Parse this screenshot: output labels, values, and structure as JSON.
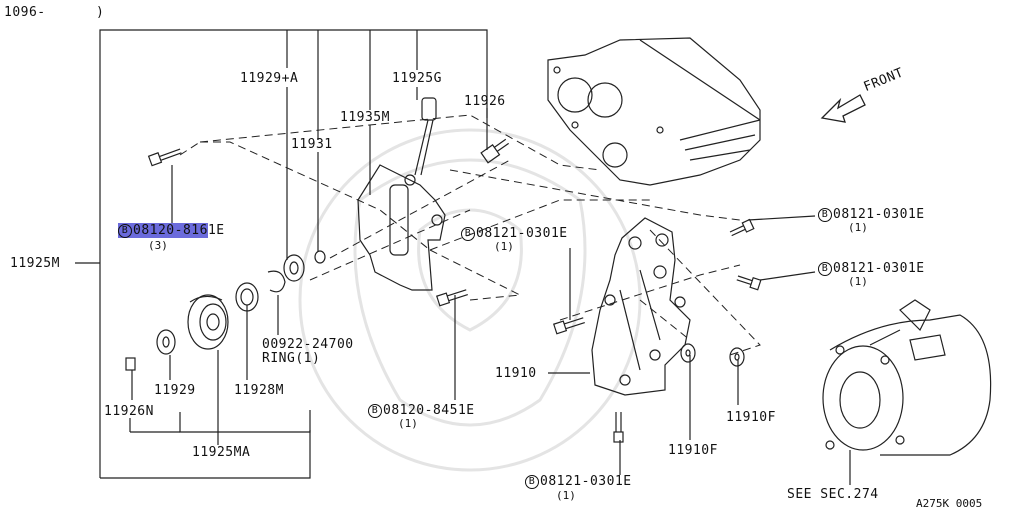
{
  "header": {
    "range_prefix": "1096-",
    "range_suffix": ")"
  },
  "front_label": "FRONT",
  "catalog_code": "A275K 0005",
  "parts": {
    "p11925M": "11925M",
    "p11929A": "11929+A",
    "p11925G": "11925G",
    "p11926": "11926",
    "p11935M": "11935M",
    "p11931": "11931",
    "p11929": "11929",
    "p11928M": "11928M",
    "p11926N": "11926N",
    "p11925MA": "11925MA",
    "p11910": "11910",
    "p11910F_a": "11910F",
    "p11910F_b": "11910F",
    "see_sec": "SEE SEC.274",
    "ring_part": "00922-24700",
    "ring_name": "RING",
    "ring_qty": "(1)"
  },
  "bolts": {
    "b_highlight": {
      "badge": "B",
      "code_selected": "08120-816",
      "code_rest": "1E",
      "qty": "(3)"
    },
    "b_mid": {
      "badge": "B",
      "code": "08121-0301E",
      "qty": "(1)"
    },
    "b_right_top": {
      "badge": "B",
      "code": "08121-0301E",
      "qty": "(1)"
    },
    "b_right_mid": {
      "badge": "B",
      "code": "08121-0301E",
      "qty": "(1)"
    },
    "b_lower_mid": {
      "badge": "B",
      "code": "08120-8451E",
      "qty": "(1)"
    },
    "b_bottom": {
      "badge": "B",
      "code": "08121-0301E",
      "qty": "(1)"
    }
  }
}
